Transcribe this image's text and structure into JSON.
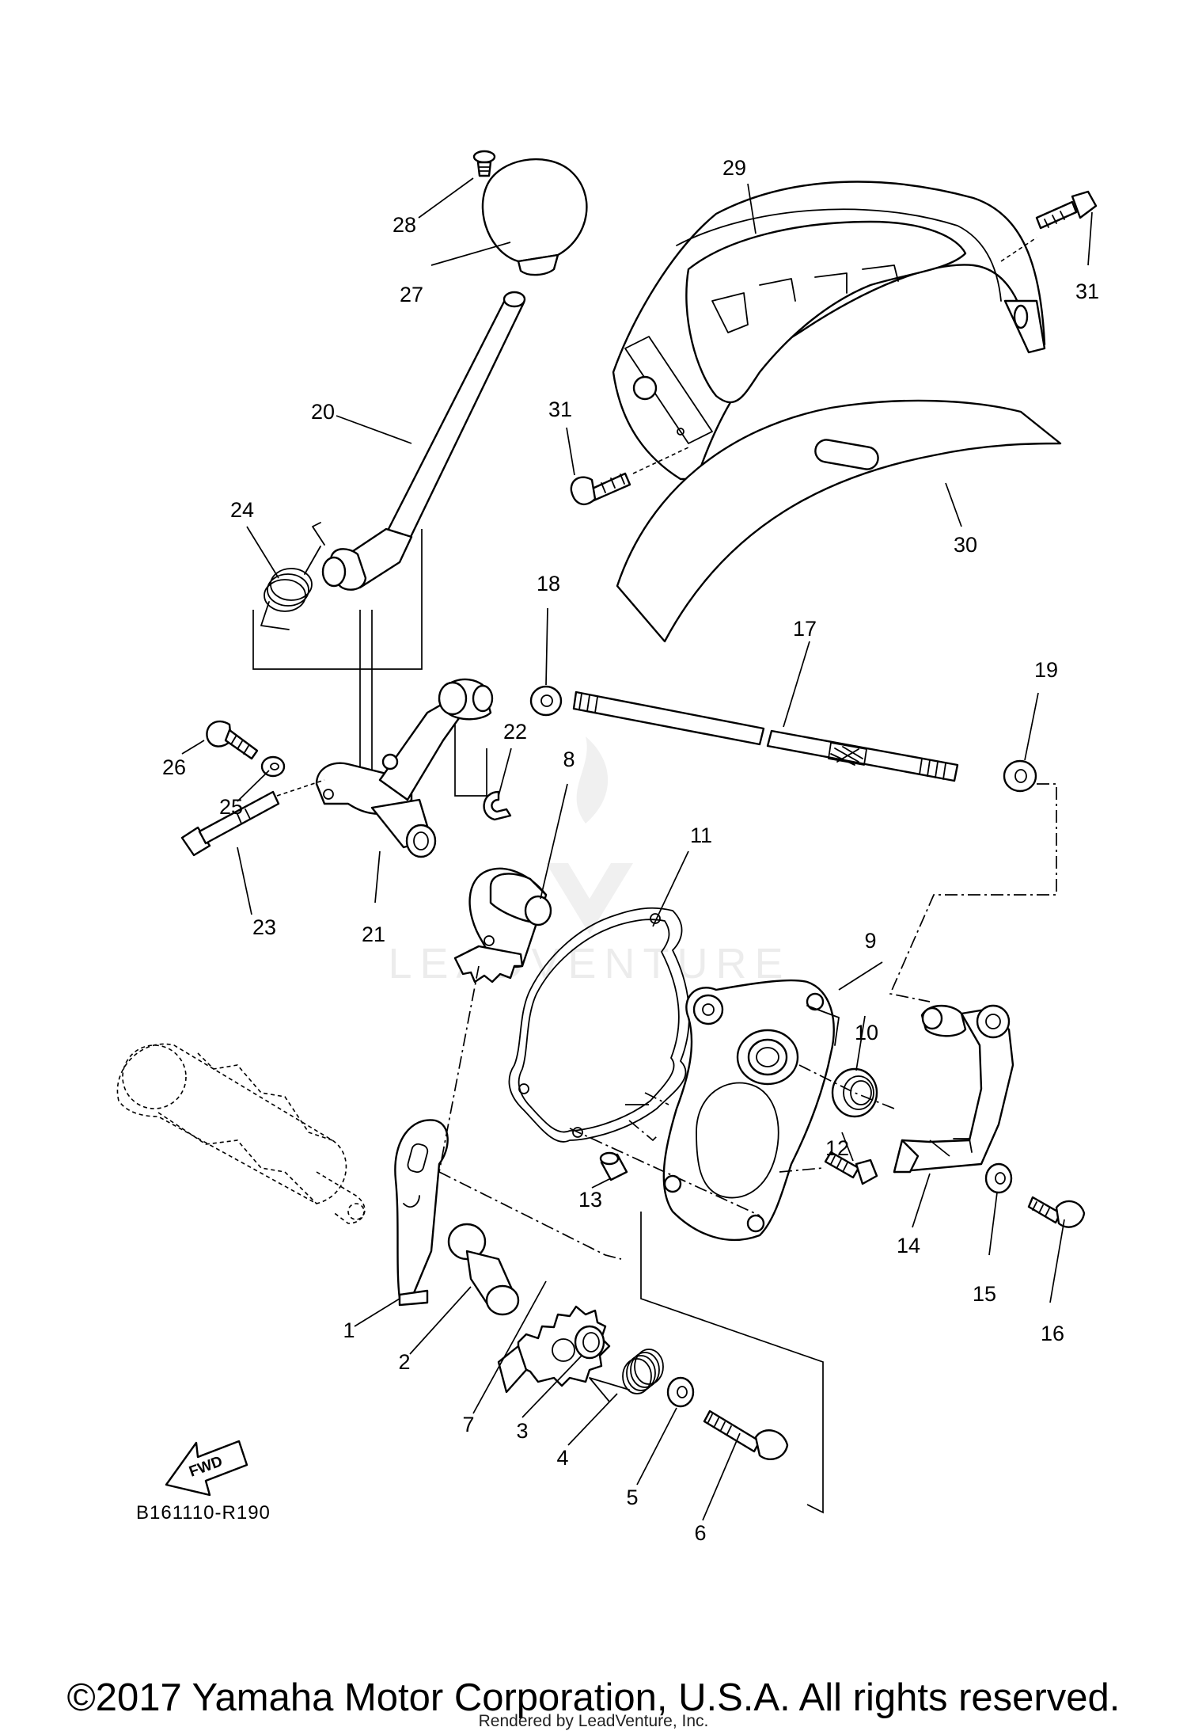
{
  "callouts": [
    {
      "id": "1",
      "text": "1"
    },
    {
      "id": "2",
      "text": "2"
    },
    {
      "id": "3",
      "text": "3"
    },
    {
      "id": "4",
      "text": "4"
    },
    {
      "id": "5",
      "text": "5"
    },
    {
      "id": "6",
      "text": "6"
    },
    {
      "id": "7",
      "text": "7"
    },
    {
      "id": "8",
      "text": "8"
    },
    {
      "id": "9",
      "text": "9"
    },
    {
      "id": "10",
      "text": "10"
    },
    {
      "id": "11",
      "text": "11"
    },
    {
      "id": "12",
      "text": "12"
    },
    {
      "id": "13",
      "text": "13"
    },
    {
      "id": "14",
      "text": "14"
    },
    {
      "id": "15",
      "text": "15"
    },
    {
      "id": "16",
      "text": "16"
    },
    {
      "id": "17",
      "text": "17"
    },
    {
      "id": "18",
      "text": "18"
    },
    {
      "id": "19",
      "text": "19"
    },
    {
      "id": "20",
      "text": "20"
    },
    {
      "id": "21",
      "text": "21"
    },
    {
      "id": "22",
      "text": "22"
    },
    {
      "id": "23",
      "text": "23"
    },
    {
      "id": "24",
      "text": "24"
    },
    {
      "id": "25",
      "text": "25"
    },
    {
      "id": "26",
      "text": "26"
    },
    {
      "id": "27",
      "text": "27"
    },
    {
      "id": "28",
      "text": "28"
    },
    {
      "id": "29",
      "text": "29"
    },
    {
      "id": "30",
      "text": "30"
    },
    {
      "id": "31a",
      "text": "31"
    },
    {
      "id": "31b",
      "text": "31"
    }
  ],
  "diagram_ref": "B161110-R190",
  "fwd_label": "FWD",
  "watermark": "LEADVENTURE",
  "copyright": "©2017 Yamaha Motor Corporation, U.S.A. All rights reserved.",
  "rendered_by": "Rendered by LeadVenture, Inc."
}
